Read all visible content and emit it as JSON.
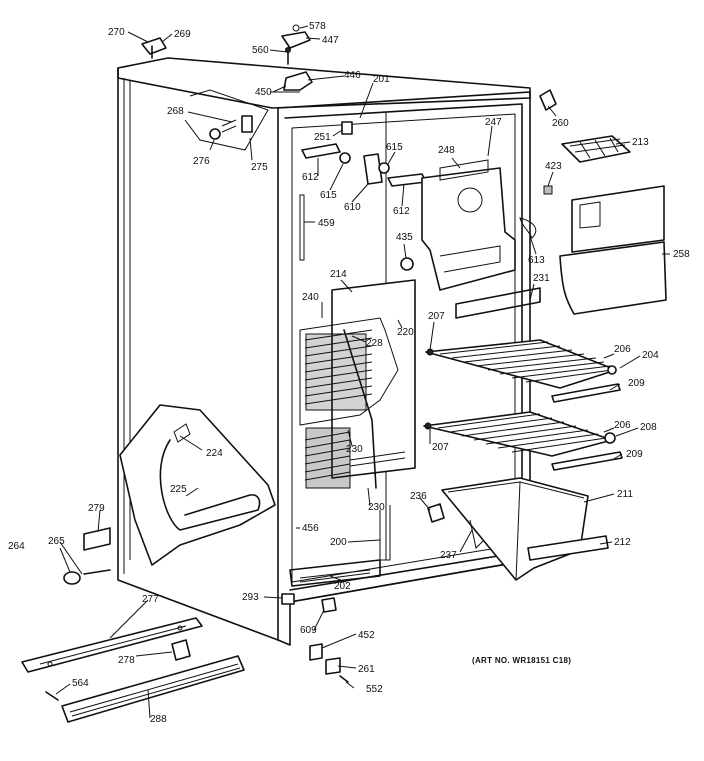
{
  "art_note": "(ART NO. WR18151 C18)",
  "parts": [
    {
      "id": "p270",
      "text": "270"
    },
    {
      "id": "p269",
      "text": "269"
    },
    {
      "id": "p578",
      "text": "578"
    },
    {
      "id": "p447",
      "text": "447"
    },
    {
      "id": "p560",
      "text": "560"
    },
    {
      "id": "p446",
      "text": "446"
    },
    {
      "id": "p450",
      "text": "450"
    },
    {
      "id": "p201",
      "text": "201"
    },
    {
      "id": "p260",
      "text": "260"
    },
    {
      "id": "p268",
      "text": "268"
    },
    {
      "id": "p251",
      "text": "251"
    },
    {
      "id": "p247",
      "text": "247"
    },
    {
      "id": "p213",
      "text": "213"
    },
    {
      "id": "p276",
      "text": "276"
    },
    {
      "id": "p275",
      "text": "275"
    },
    {
      "id": "p612a",
      "text": "612"
    },
    {
      "id": "p615a",
      "text": "615"
    },
    {
      "id": "p615b",
      "text": "615"
    },
    {
      "id": "p248",
      "text": "248"
    },
    {
      "id": "p423",
      "text": "423"
    },
    {
      "id": "p610",
      "text": "610"
    },
    {
      "id": "p612b",
      "text": "612"
    },
    {
      "id": "p459",
      "text": "459"
    },
    {
      "id": "p613",
      "text": "613"
    },
    {
      "id": "p435",
      "text": "435"
    },
    {
      "id": "p258",
      "text": "258"
    },
    {
      "id": "p214",
      "text": "214"
    },
    {
      "id": "p231",
      "text": "231"
    },
    {
      "id": "p240",
      "text": "240"
    },
    {
      "id": "p207a",
      "text": "207"
    },
    {
      "id": "p220",
      "text": "220"
    },
    {
      "id": "p228",
      "text": "228"
    },
    {
      "id": "p206a",
      "text": "206"
    },
    {
      "id": "p204",
      "text": "204"
    },
    {
      "id": "p209a",
      "text": "209"
    },
    {
      "id": "p224",
      "text": "224"
    },
    {
      "id": "p230a",
      "text": "230"
    },
    {
      "id": "p207b",
      "text": "207"
    },
    {
      "id": "p206b",
      "text": "206"
    },
    {
      "id": "p208",
      "text": "208"
    },
    {
      "id": "p209b",
      "text": "209"
    },
    {
      "id": "p225",
      "text": "225"
    },
    {
      "id": "p211",
      "text": "211"
    },
    {
      "id": "p236",
      "text": "236"
    },
    {
      "id": "p230b",
      "text": "230"
    },
    {
      "id": "p279",
      "text": "279"
    },
    {
      "id": "p456",
      "text": "456"
    },
    {
      "id": "p212",
      "text": "212"
    },
    {
      "id": "p264",
      "text": "264"
    },
    {
      "id": "p265",
      "text": "265"
    },
    {
      "id": "p200",
      "text": "200"
    },
    {
      "id": "p237",
      "text": "237"
    },
    {
      "id": "p202",
      "text": "202"
    },
    {
      "id": "p293",
      "text": "293"
    },
    {
      "id": "p277",
      "text": "277"
    },
    {
      "id": "p609",
      "text": "609"
    },
    {
      "id": "p452",
      "text": "452"
    },
    {
      "id": "p278",
      "text": "278"
    },
    {
      "id": "p261",
      "text": "261"
    },
    {
      "id": "p564",
      "text": "564"
    },
    {
      "id": "p552",
      "text": "552"
    },
    {
      "id": "p288",
      "text": "288"
    }
  ]
}
